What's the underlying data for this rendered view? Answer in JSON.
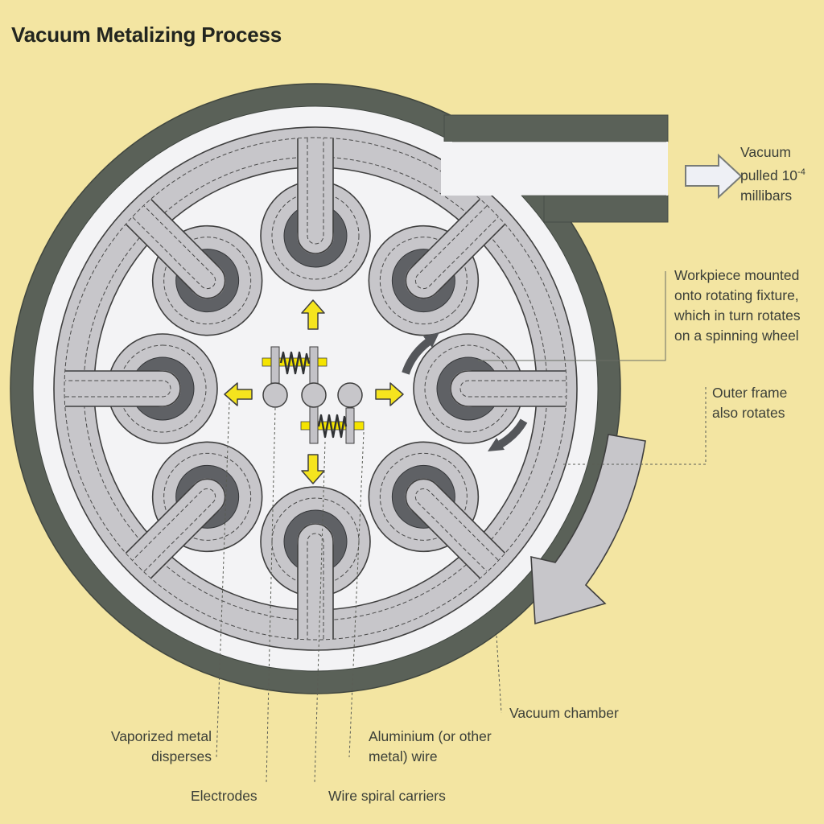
{
  "title": "Vacuum Metalizing Process",
  "labels": {
    "vacuum_pulled": {
      "line1": "Vacuum",
      "line2_base": "pulled 10",
      "line2_sup": "-4",
      "line3": "millibars"
    },
    "workpiece": {
      "line1": "Workpiece mounted",
      "line2": "onto rotating fixture,",
      "line3": "which in turn rotates",
      "line4": "on a spinning wheel"
    },
    "outer_frame": {
      "line1": "Outer frame",
      "line2": "also rotates"
    },
    "vacuum_chamber": "Vacuum chamber",
    "vaporized": {
      "line1": "Vaporized metal",
      "line2": "disperses"
    },
    "electrodes": "Electrodes",
    "wire_spiral_carriers": "Wire spiral carriers",
    "aluminium": {
      "line1": "Aluminium (or other",
      "line2": "metal) wire"
    }
  },
  "icons": {
    "vacuum_flow_arrow": "block-arrow-right",
    "vapor_arrows": [
      "arrow-up",
      "arrow-down",
      "arrow-left",
      "arrow-right"
    ],
    "fixture_rotation_arrows": "curved-arrows-clockwise",
    "outer_frame_rotation_arrow": "large-curved-arrow-clockwise"
  },
  "colors": {
    "background": "#f3e5a2",
    "chamber_wall": "#5a6158",
    "chamber_interior": "#f3f3f5",
    "metal_gray": "#c7c6ca",
    "workpiece_dark": "#5f6165",
    "wire_yellow": "#f5e400",
    "arrow_yellow": "#f5e41e",
    "outline": "#3f3f3f",
    "text": "#3b3f38"
  }
}
